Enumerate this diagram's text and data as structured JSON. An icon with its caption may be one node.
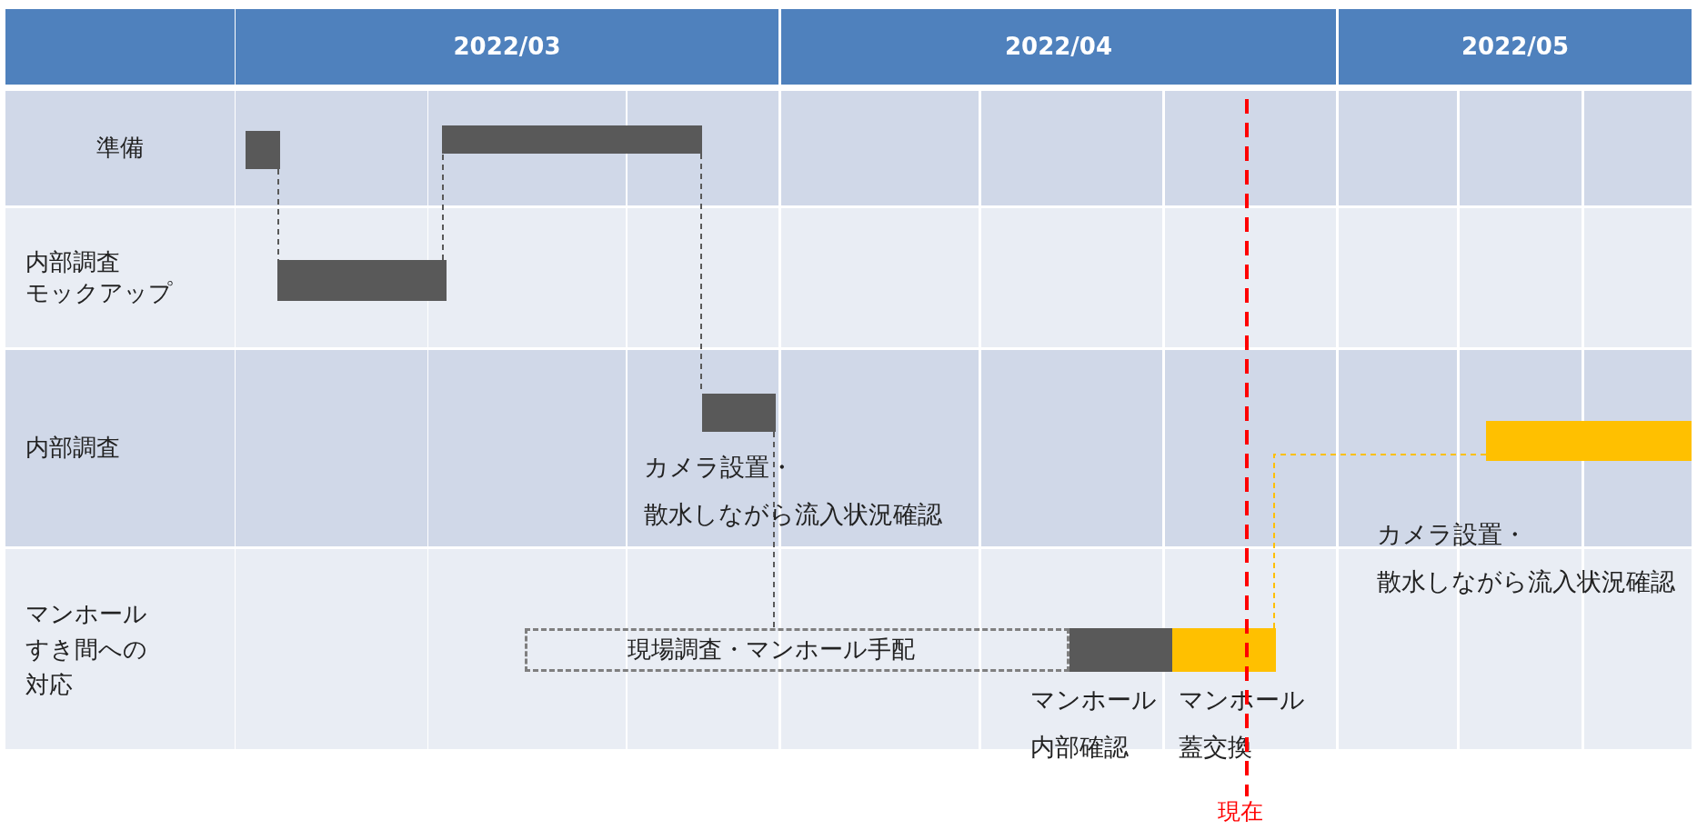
{
  "diagram": {
    "nodes": [
      {
        "text": [
          "2022/03"
        ]
      },
      {
        "text": [
          "2022/04"
        ]
      },
      {
        "text": [
          "2022/05"
        ]
      },
      {
        "text": [
          "準備"
        ]
      },
      {
        "text": [],
        "shape": "bar"
      },
      {
        "text": [],
        "shape": "bar"
      },
      {
        "text": [
          "内部調査",
          "モックアップ"
        ]
      },
      {
        "text": [],
        "shape": "bar"
      },
      {
        "text": [
          "内部調査"
        ]
      },
      {
        "text": [],
        "shape": "bar",
        "beside": [
          "カメラ設置・",
          "散水しながら流入状況確認"
        ]
      },
      {
        "text": [],
        "shape": "bar",
        "beside": [
          "カメラ設置・",
          "散水しながら流入状況確認"
        ]
      },
      {
        "text": [
          "マンホール",
          "すき間への対応"
        ]
      },
      {
        "text": [
          "現場調査・マンホール手配"
        ]
      },
      {
        "text": [],
        "shape": "bar",
        "beside": [
          "マンホール",
          "内部確認"
        ]
      },
      {
        "text": [],
        "shape": "bar",
        "beside": [
          "マンホール",
          "蓋交換"
        ]
      }
    ],
    "edges": [
      {
        "from": 4,
        "to": 7,
        "arrow": "none",
        "style": "dashed"
      },
      {
        "from": 7,
        "to": 5,
        "arrow": "none",
        "style": "dashed"
      },
      {
        "from": 5,
        "to": 9,
        "arrow": "none",
        "style": "dashed"
      },
      {
        "from": 9,
        "to": 12,
        "arrow": "none",
        "style": "dashed"
      },
      {
        "from": 14,
        "to": 10,
        "arrow": "none",
        "style": "dashed",
        "color": "#ffc000"
      }
    ],
    "labels": [
      "現在"
    ]
  }
}
